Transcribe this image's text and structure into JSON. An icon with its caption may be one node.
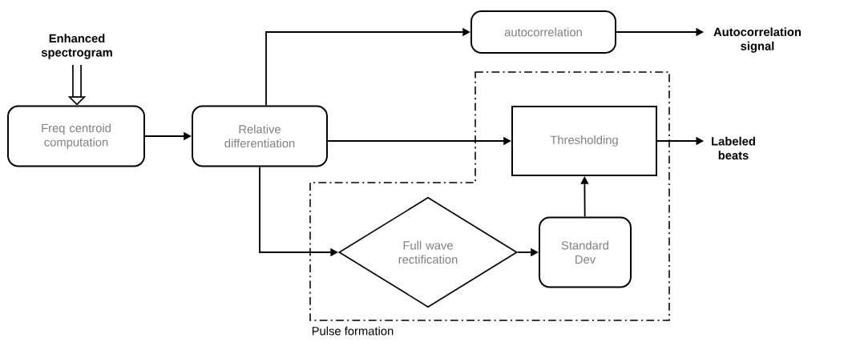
{
  "diagram": {
    "nodes": [
      {
        "text": [
          "Enhanced spectrogram"
        ]
      },
      {
        "text": [
          "Freq centroid computation"
        ]
      },
      {
        "text": [
          "Relative differentiation"
        ]
      },
      {
        "text": [
          "autocorrelation"
        ]
      },
      {
        "text": [
          "Autocorrelation signal"
        ]
      },
      {
        "text": [
          "Pulse formation"
        ]
      },
      {
        "text": [
          "Thresholding"
        ],
        "in": 5
      },
      {
        "text": [
          "Labeled beats"
        ]
      },
      {
        "text": [
          "Full wave rectification"
        ],
        "in": 5
      },
      {
        "text": [
          "Standard Dev"
        ],
        "in": 5
      }
    ],
    "edges": [
      {
        "from": 0,
        "to": 1,
        "arrow": "to",
        "style": "thick"
      },
      {
        "from": 1,
        "to": 2,
        "arrow": "to"
      },
      {
        "from": 2,
        "to": 3,
        "arrow": "to"
      },
      {
        "from": 3,
        "to": 4,
        "arrow": "to"
      },
      {
        "from": 2,
        "to": 6,
        "arrow": "to"
      },
      {
        "from": 6,
        "to": 7,
        "arrow": "to"
      },
      {
        "from": 2,
        "to": 8,
        "arrow": "to"
      },
      {
        "from": 8,
        "to": 9,
        "arrow": "to"
      },
      {
        "from": 9,
        "to": 6,
        "arrow": "to"
      }
    ]
  }
}
